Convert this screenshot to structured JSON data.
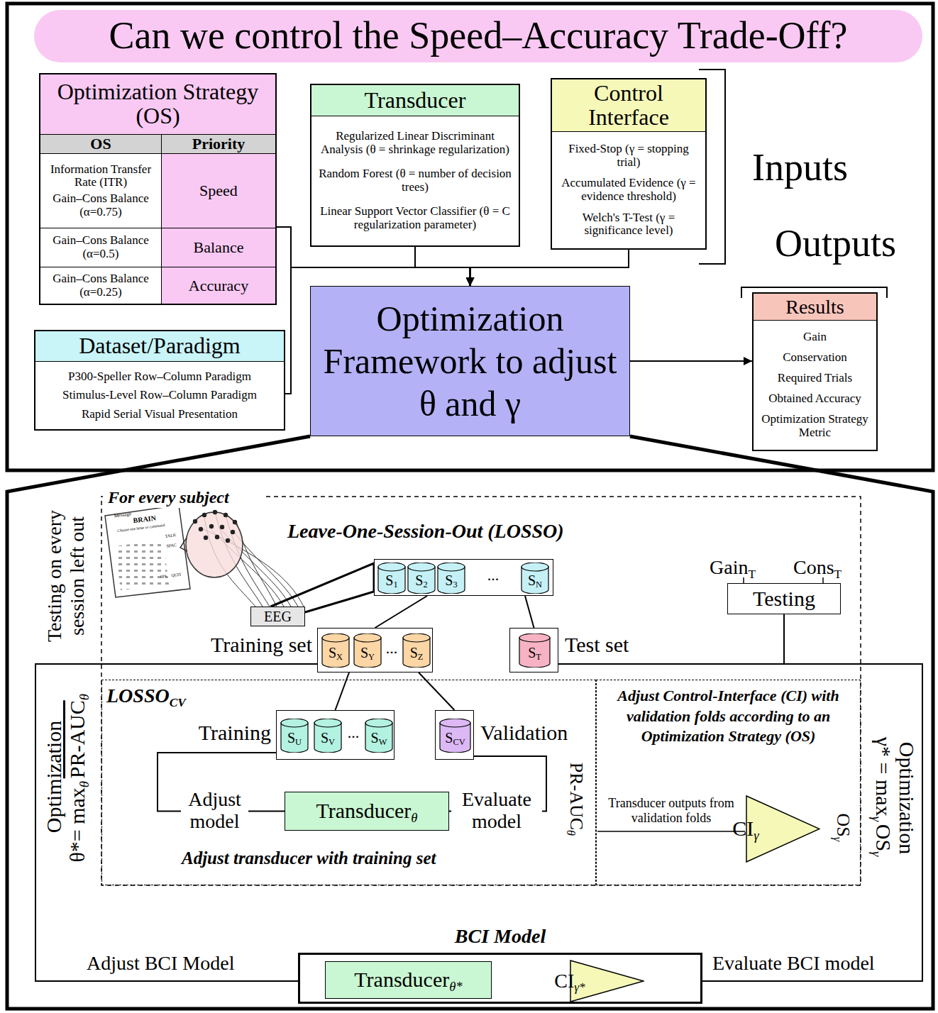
{
  "diagram": {
    "title": "Can we control the Speed–Accuracy Trade-Off?",
    "nodes": [
      {
        "text": [
          "Optimization Strategy (OS)",
          "OS",
          "Priority",
          "Information Transfer Rate (ITR)",
          "Gain–Cons Balance (α=0.75)",
          "Speed",
          "Gain–Cons Balance (α=0.5)",
          "Balance",
          "Gain–Cons Balance (α=0.25)",
          "Accuracy"
        ]
      },
      {
        "text": [
          "Transducer",
          "Regularized Linear Discriminant Analysis (θ = shrinkage regularization)",
          "Random Forest (θ = number of decision trees)",
          "Linear Support Vector Classifier (θ = C regularization parameter)"
        ]
      },
      {
        "text": [
          "Control Interface",
          "Fixed-Stop (γ = stopping trial)",
          "Accumulated Evidence (γ = evidence threshold)",
          "Welch's T-Test (γ = significance level)"
        ]
      },
      {
        "text": [
          "Dataset/Paradigm",
          "P300-Speller Row–Column Paradigm",
          "Stimulus-Level Row–Column Paradigm",
          "Rapid Serial Visual Presentation"
        ]
      },
      {
        "text": [
          "Optimization Framework to adjust θ and γ"
        ]
      },
      {
        "text": [
          "Results",
          "Gain",
          "Conservation",
          "Required Trials",
          "Obtained Accuracy",
          "Optimization Strategy Metric"
        ]
      },
      {
        "text": [
          "EEG"
        ]
      },
      {
        "text": [
          "..."
        ]
      },
      {
        "text": [
          "S",
          "1"
        ],
        "in": 7
      },
      {
        "text": [
          "S",
          "2"
        ],
        "in": 7
      },
      {
        "text": [
          "S",
          "3"
        ],
        "in": 7
      },
      {
        "text": [
          "S",
          "N"
        ],
        "in": 7
      },
      {
        "text": [
          "Training set",
          "..."
        ]
      },
      {
        "text": [
          "S",
          "X"
        ],
        "in": 12
      },
      {
        "text": [
          "S",
          "Y"
        ],
        "in": 12
      },
      {
        "text": [
          "S",
          "Z"
        ],
        "in": 12
      },
      {
        "text": [
          "Test set"
        ]
      },
      {
        "text": [
          "S",
          "T"
        ],
        "in": 16
      },
      {
        "text": [
          "Testing"
        ]
      },
      {
        "text": [
          "LOSSO",
          "CV"
        ]
      },
      {
        "text": [
          "Training",
          "..."
        ],
        "in": 19
      },
      {
        "text": [
          "S",
          "U"
        ],
        "in": 20
      },
      {
        "text": [
          "S",
          "V"
        ],
        "in": 20
      },
      {
        "text": [
          "S",
          "W"
        ],
        "in": 20
      },
      {
        "text": [
          "Validation"
        ],
        "in": 19
      },
      {
        "text": [
          "S",
          "CV"
        ],
        "in": 24
      },
      {
        "text": [
          "Transducer",
          "θ"
        ],
        "in": 19
      },
      {
        "text": [
          "Adjust Control-Interface (CI) with validation folds according to an Optimization Strategy (OS)"
        ]
      },
      {
        "text": [
          "CI",
          "γ"
        ],
        "in": 27
      },
      {
        "text": [
          "BCI Model"
        ]
      },
      {
        "text": [
          "Transducer",
          "θ*"
        ],
        "in": 29
      },
      {
        "text": [
          "CI",
          "γ*"
        ],
        "in": 29
      }
    ],
    "edges": [
      {
        "from": 0,
        "to": 4,
        "arrow": "to"
      },
      {
        "from": 1,
        "to": 4,
        "arrow": "to"
      },
      {
        "from": 2,
        "to": 4,
        "arrow": "to"
      },
      {
        "from": 3,
        "to": 4,
        "arrow": "to"
      },
      {
        "from": 4,
        "to": 5,
        "arrow": "to"
      },
      {
        "from": 6,
        "to": 7,
        "arrow": "none"
      },
      {
        "from": 7,
        "to": 12,
        "arrow": "none"
      },
      {
        "from": 7,
        "to": 16,
        "arrow": "none"
      },
      {
        "from": 16,
        "to": 18,
        "arrow": "none"
      },
      {
        "from": 12,
        "to": 20,
        "arrow": "none"
      },
      {
        "from": 12,
        "to": 24,
        "arrow": "none"
      },
      {
        "from": 20,
        "to": 26,
        "arrow": "none",
        "label": "Adjust model"
      },
      {
        "from": 26,
        "to": 24,
        "arrow": "none",
        "label": "Evaluate model"
      },
      {
        "from": 12,
        "to": 29,
        "arrow": "none",
        "label": "Adjust BCI Model"
      },
      {
        "from": 16,
        "to": 29,
        "arrow": "none",
        "label": "Evaluate BCI model"
      },
      {
        "from": 30,
        "to": 31,
        "arrow": "none"
      }
    ],
    "labels": [
      "Inputs",
      "Outputs",
      "Testing on every session left out",
      "For every subject",
      "Leave-One-Session-Out (LOSSO)",
      "Message",
      "BRAIN",
      "Choose one letter or command",
      "TALK",
      "SPAC",
      "SPL",
      "QUIT",
      "Gain",
      "T",
      "Cons",
      "T",
      "Optimization",
      "θ*= max",
      "θ",
      "PR-AUC",
      "θ",
      "Adjust transducer with training set",
      "PR-AUC",
      "θ",
      "Transducer outputs from validation folds",
      "OS",
      "γ",
      "Optimization",
      "γ* = max",
      "γ",
      "OS",
      "γ"
    ]
  }
}
